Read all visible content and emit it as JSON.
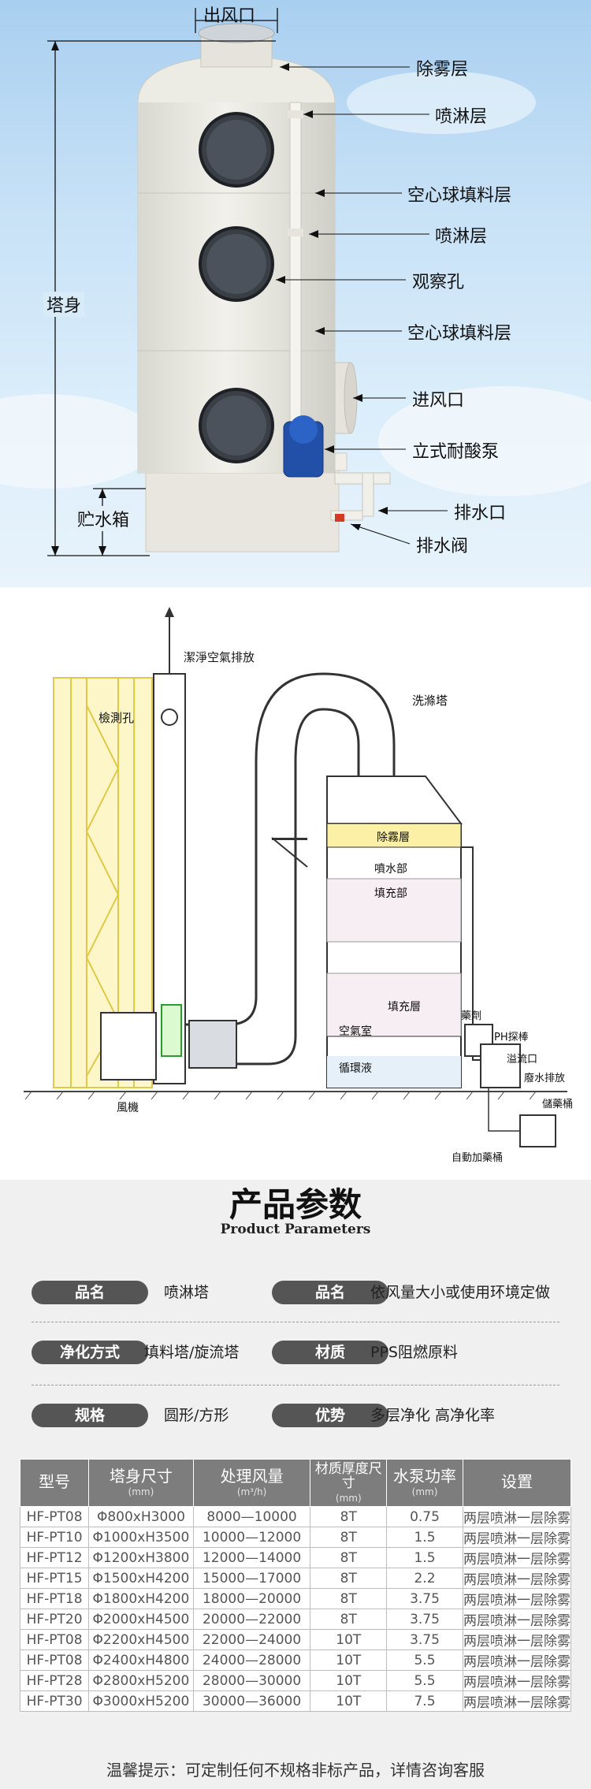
{
  "diagram_labels": {
    "outlet": "出风口",
    "demist": "除雾层",
    "spray1": "喷淋层",
    "fill1": "空心球填料层",
    "spray2": "喷淋层",
    "window": "观察孔",
    "fill2": "空心球填料层",
    "inlet": "进风口",
    "pump": "立式耐酸泵",
    "drain": "排水口",
    "drain_valve": "排水阀",
    "tower_body": "塔身",
    "tank": "贮水箱"
  },
  "schematic_labels": {
    "clean_air": "潔淨空氣排放",
    "inspect_hole": "檢測孔",
    "scrubber": "洗滌塔",
    "demister": "除霧層",
    "spray_section": "噴水部",
    "fill_section": "填充部",
    "fill_layer": "填充層",
    "air_chamber": "空氣室",
    "circ_liquid": "循環液",
    "fan": "風機",
    "agent": "藥劑",
    "ph_probe": "PH探棒",
    "overflow": "溢流口",
    "waste_drain": "廢水排放",
    "storage_tank": "儲藥桶",
    "auto_dosing": "自動加藥桶"
  },
  "product_params": {
    "title": "产品参数",
    "subtitle": "Product Parameters",
    "rows": [
      {
        "k1": "品名",
        "v1": "喷淋塔",
        "k2": "品名",
        "v2": "依风量大小或使用环境定做"
      },
      {
        "k1": "净化方式",
        "v1": "填料塔/旋流塔",
        "k2": "材质",
        "v2": "PPS阻燃原料"
      },
      {
        "k1": "规格",
        "v1": "圆形/方形",
        "k2": "优势",
        "v2": "多层净化 高净化率"
      }
    ]
  },
  "table": {
    "headers": [
      {
        "title": "型号",
        "unit": ""
      },
      {
        "title": "塔身尺寸",
        "unit": "(mm)"
      },
      {
        "title": "处理风量",
        "unit": "(m³/h)"
      },
      {
        "title": "材质厚度尺寸",
        "unit": "(mm)"
      },
      {
        "title": "水泵功率",
        "unit": "(mm)"
      },
      {
        "title": "设置",
        "unit": ""
      }
    ],
    "rows": [
      [
        "HF-PT08",
        "Φ800xH3000",
        "8000—10000",
        "8T",
        "0.75",
        "两层喷淋一层除雾"
      ],
      [
        "HF-PT10",
        "Φ1000xH3500",
        "10000—12000",
        "8T",
        "1.5",
        "两层喷淋一层除雾"
      ],
      [
        "HF-PT12",
        "Φ1200xH3800",
        "12000—14000",
        "8T",
        "1.5",
        "两层喷淋一层除雾"
      ],
      [
        "HF-PT15",
        "Φ1500xH4200",
        "15000—17000",
        "8T",
        "2.2",
        "两层喷淋一层除雾"
      ],
      [
        "HF-PT18",
        "Φ1800xH4200",
        "18000—20000",
        "8T",
        "3.75",
        "两层喷淋一层除雾"
      ],
      [
        "HF-PT20",
        "Φ2000xH4500",
        "20000—22000",
        "8T",
        "3.75",
        "两层喷淋一层除雾"
      ],
      [
        "HF-PT08",
        "Φ2200xH4500",
        "22000—24000",
        "10T",
        "3.75",
        "两层喷淋一层除雾"
      ],
      [
        "HF-PT08",
        "Φ2400xH4800",
        "24000—28000",
        "10T",
        "5.5",
        "两层喷淋一层除雾"
      ],
      [
        "HF-PT28",
        "Φ2800xH5200",
        "28000—30000",
        "10T",
        "5.5",
        "两层喷淋一层除雾"
      ],
      [
        "HF-PT30",
        "Φ3000xH5200",
        "30000—36000",
        "10T",
        "7.5",
        "两层喷淋一层除雾"
      ]
    ]
  },
  "footer_note": "温馨提示：可定制任何不规格非标产品，详情咨询客服"
}
